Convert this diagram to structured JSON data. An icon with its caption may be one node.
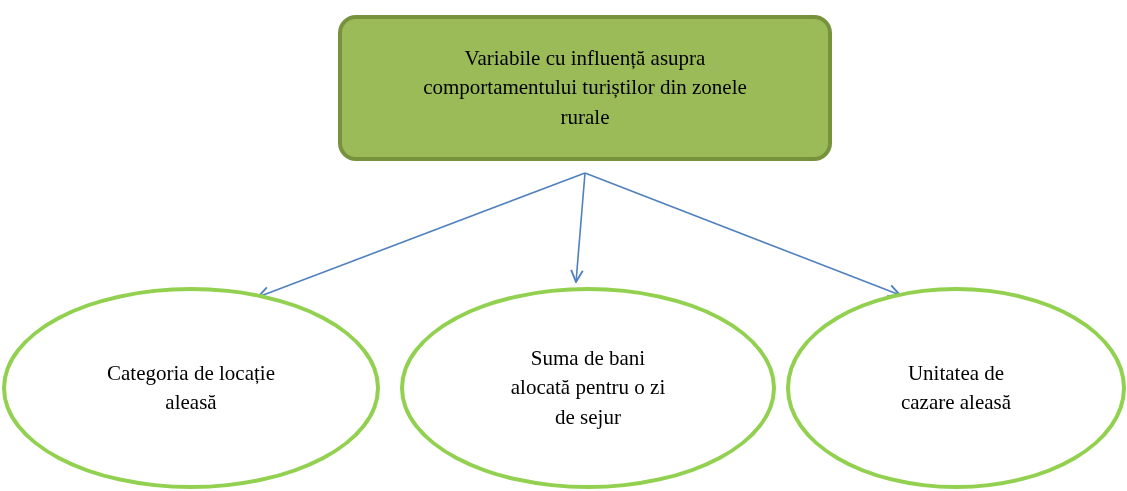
{
  "diagram": {
    "nodes": [
      {
        "text": [
          "Variabile cu influență asupra comportamentului turiștilor din zonele rurale"
        ]
      },
      {
        "text": [
          "Categoria de locație aleasă"
        ]
      },
      {
        "text": [
          "Suma de bani alocată pentru o zi de sejur"
        ]
      },
      {
        "text": [
          "Unitatea de cazare aleasă"
        ]
      }
    ],
    "edges": [
      {
        "from": 0,
        "to": 1,
        "arrow": "to"
      },
      {
        "from": 0,
        "to": 2,
        "arrow": "to"
      },
      {
        "from": 0,
        "to": 3,
        "arrow": "to"
      }
    ]
  }
}
